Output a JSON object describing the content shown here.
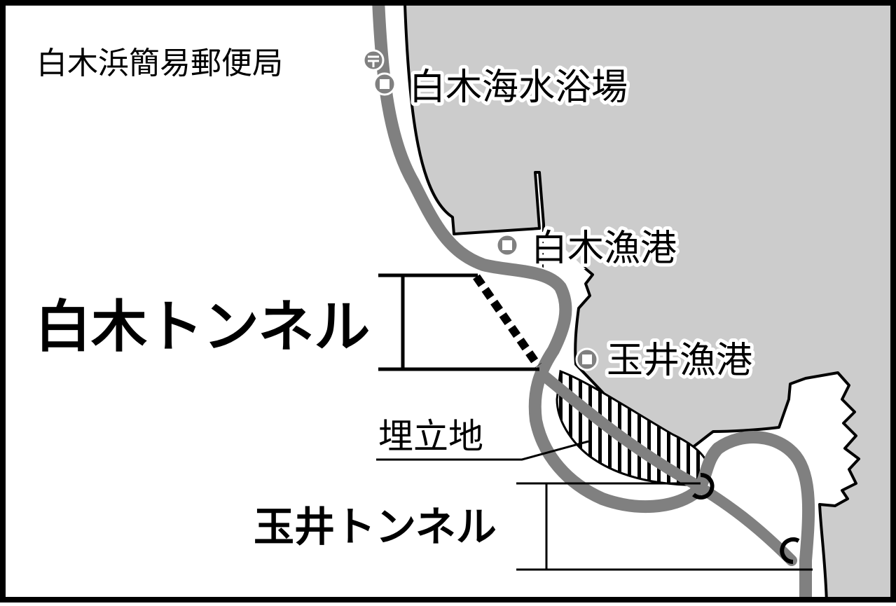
{
  "map": {
    "colors": {
      "sea": "#cccccc",
      "land": "#ffffff",
      "road": "#808080",
      "outline": "#000000"
    },
    "labels": {
      "post_office": "白木浜簡易郵便局",
      "beach": "白木海水浴場",
      "shiraki_port": "白木漁港",
      "tamai_port": "玉井漁港",
      "reclaimed_land": "埋立地",
      "shiraki_tunnel": "白木トンネル",
      "tamai_tunnel": "玉井トンネル"
    },
    "icons": {
      "post_office": "post-office-icon",
      "facility": "square-dot-icon"
    }
  }
}
